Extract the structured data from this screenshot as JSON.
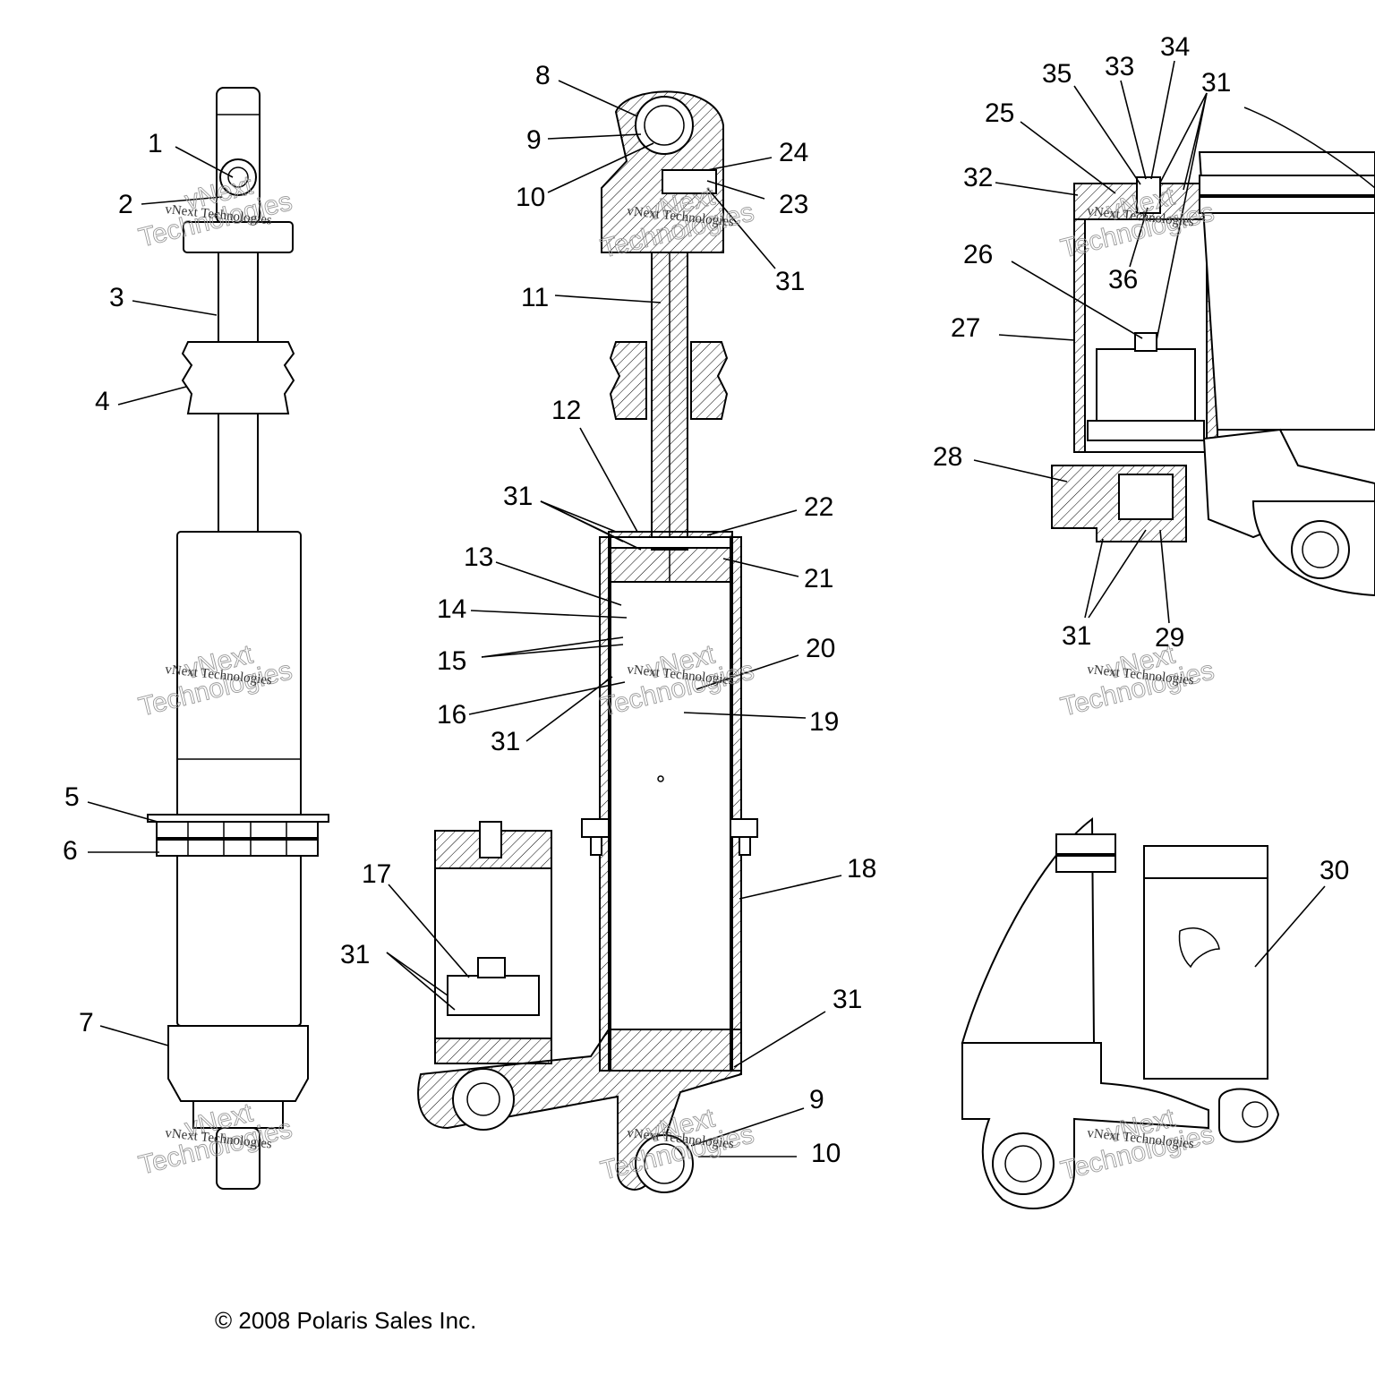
{
  "copyright": "© 2008  Polaris Sales Inc.",
  "watermark": {
    "line1": "vNext",
    "line2": "vNext Technologies",
    "line3": "Technologies"
  },
  "callouts": [
    {
      "id": "c1",
      "text": "1"
    },
    {
      "id": "c2",
      "text": "2"
    },
    {
      "id": "c3",
      "text": "3"
    },
    {
      "id": "c4",
      "text": "4"
    },
    {
      "id": "c5",
      "text": "5"
    },
    {
      "id": "c6",
      "text": "6"
    },
    {
      "id": "c7",
      "text": "7"
    },
    {
      "id": "c8",
      "text": "8"
    },
    {
      "id": "c9a",
      "text": "9"
    },
    {
      "id": "c10a",
      "text": "10"
    },
    {
      "id": "c11",
      "text": "11"
    },
    {
      "id": "c12",
      "text": "12"
    },
    {
      "id": "c13",
      "text": "13"
    },
    {
      "id": "c14",
      "text": "14"
    },
    {
      "id": "c15",
      "text": "15"
    },
    {
      "id": "c16",
      "text": "16"
    },
    {
      "id": "c17",
      "text": "17"
    },
    {
      "id": "c18",
      "text": "18"
    },
    {
      "id": "c19",
      "text": "19"
    },
    {
      "id": "c20",
      "text": "20"
    },
    {
      "id": "c21",
      "text": "21"
    },
    {
      "id": "c22",
      "text": "22"
    },
    {
      "id": "c23",
      "text": "23"
    },
    {
      "id": "c24",
      "text": "24"
    },
    {
      "id": "c25",
      "text": "25"
    },
    {
      "id": "c26",
      "text": "26"
    },
    {
      "id": "c27",
      "text": "27"
    },
    {
      "id": "c28",
      "text": "28"
    },
    {
      "id": "c29",
      "text": "29"
    },
    {
      "id": "c30",
      "text": "30"
    },
    {
      "id": "c31a",
      "text": "31"
    },
    {
      "id": "c31b",
      "text": "31"
    },
    {
      "id": "c31c",
      "text": "31"
    },
    {
      "id": "c31d",
      "text": "31"
    },
    {
      "id": "c31e",
      "text": "31"
    },
    {
      "id": "c31f",
      "text": "31"
    },
    {
      "id": "c31g",
      "text": "31"
    },
    {
      "id": "c9b",
      "text": "9"
    },
    {
      "id": "c10b",
      "text": "10"
    },
    {
      "id": "c32",
      "text": "32"
    },
    {
      "id": "c33",
      "text": "33"
    },
    {
      "id": "c34",
      "text": "34"
    },
    {
      "id": "c35",
      "text": "35"
    },
    {
      "id": "c36",
      "text": "36"
    }
  ]
}
